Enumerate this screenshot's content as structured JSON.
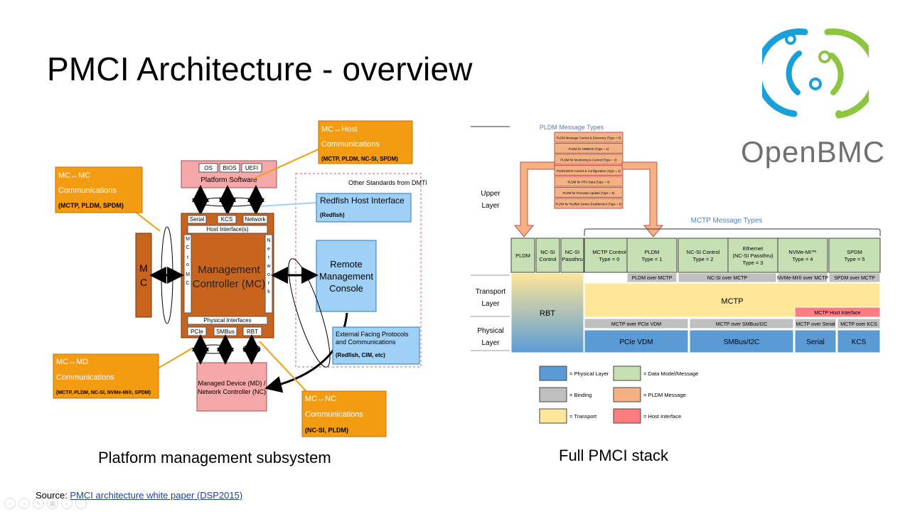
{
  "slide": {
    "title": "PMCI Architecture - overview",
    "left_caption": "Platform management subsystem",
    "right_caption": "Full PMCI stack",
    "source_label": "Source: ",
    "source_link": "PMCI architecture white paper (DSP2015)"
  },
  "logo": {
    "text": "OpenBMC",
    "colors": {
      "blue": "#1aa0d8",
      "green": "#8cc63f"
    }
  },
  "left_diagram": {
    "callouts": {
      "mc_host": {
        "title1": "MC↔Host",
        "title2": "Communications",
        "sub": "(MCTP, PLDM, NC-SI, SPDM)"
      },
      "mc_mc": {
        "title1": "MC↔MC",
        "title2": "Communications",
        "sub": "(MCTP, PLDM, SPDM)"
      },
      "redfish": {
        "title": "Redfish Host Interface",
        "sub": "(Redfish)"
      },
      "external": {
        "title1": "External Facing Protocols",
        "title2": "and Communications",
        "sub": "(Redfish, CIM, etc)"
      },
      "mc_md": {
        "title1": "MC↔MD",
        "title2": "Communications",
        "sub": "(MCTP, PLDM, NC-SI, NVMe-MI®, SPDM)"
      },
      "mc_nc": {
        "title1": "MC↔NC",
        "title2": "Communications",
        "sub": "(NC-SI, PLDM)"
      }
    },
    "platform_software": {
      "label": "Platform Software",
      "items": [
        "OS",
        "BIOS",
        "UEFI"
      ]
    },
    "other_standards": "Other Standards from DMTF",
    "mc_side": "M\nC",
    "management_controller": {
      "line1": "Management",
      "line2": "Controller (MC)"
    },
    "host_ports": [
      "Serial",
      "KCS",
      "Network"
    ],
    "host_interfaces": "Host Interface(s)",
    "physical_interfaces": "Physical Interfaces",
    "phys_ports": [
      "PCIe",
      "SMBus",
      "RBT"
    ],
    "mc_to_mc_vertical": "M C t o M C",
    "network_vertical": "N e t w o r k",
    "remote_console": {
      "line1": "Remote",
      "line2": "Management",
      "line3": "Console"
    },
    "managed_device": {
      "line1": "Managed Device (MD) /",
      "line2": "Network Controller (NC)"
    },
    "colors": {
      "orange": "#f39c12",
      "mc_fill": "#c8641e",
      "pink": "#f4a8a8",
      "blue": "#9fd0f5"
    }
  },
  "right_diagram": {
    "pldm_types_title": "PLDM Message Types",
    "pldm_types": [
      "PLDM Message Control & Discovery (Type = 0)",
      "PLDM for SMBIOS (Type = 1)",
      "PLDM for Monitoring & Control (Type = 2)",
      "PLDM BIOS Control & Configuration (Type = 3)",
      "PLDM for FRU Data (Type = 4)",
      "PLDM for Firmware Update (Type = 5)",
      "PLDM for Redfish Device Enablement (Type = 6)"
    ],
    "mctp_types_title": "MCTP Message Types",
    "layers": {
      "upper": "Upper\nLayer",
      "transport": "Transport\nLayer",
      "physical": "Physical\nLayer"
    },
    "top_row": [
      "PLDM",
      "NC-SI\nControl",
      "NC-SI\nPassthru",
      "MCTP Control\nType = 0",
      "PLDM\nType = 1",
      "NC-SI Control\nType = 2",
      "Ethernet\n(NC-SI Passthru)\nType = 3",
      "NVMe-MI™\nType = 4",
      "SPDM\nType = 5"
    ],
    "bindings_top": [
      "PLDM over MCTP",
      "NC-SI over MCTP",
      "NVMe-MI® over MCTP",
      "SPDM over MCTP"
    ],
    "rbt": "RBT",
    "mctp": "MCTP",
    "host_interface": "MCTP Host Interface",
    "bindings_bottom": [
      "MCTP over PCIe VDM",
      "MCTP over SMBus/I2C",
      "MCTP over Serial",
      "MCTP over KCS"
    ],
    "physical": [
      "PCIe VDM",
      "SMBus/I2C",
      "Serial",
      "KCS"
    ],
    "legend": [
      {
        "label": "= Physical Layer",
        "color": "#5b9bd5"
      },
      {
        "label": "= Data Model/Message",
        "color": "#c6e0b4"
      },
      {
        "label": "= Binding",
        "color": "#bfbfbf"
      },
      {
        "label": "= PLDM Message",
        "color": "#f4b183"
      },
      {
        "label": "= Transport",
        "color": "#ffe699"
      },
      {
        "label": "= Host Interface",
        "color": "#ff7c80"
      }
    ]
  }
}
